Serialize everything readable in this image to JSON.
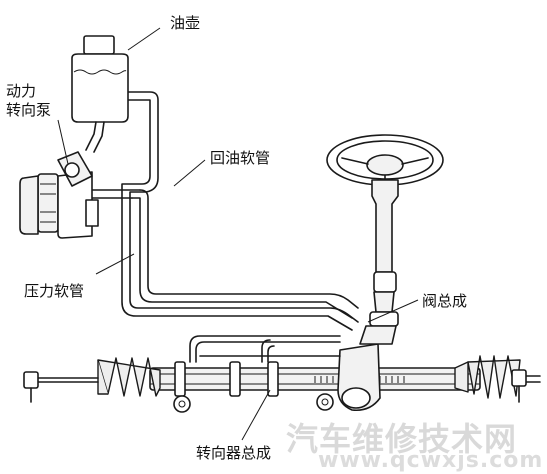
{
  "labels": {
    "reservoir": "油壶",
    "pump": "动力\n转向泵",
    "return_hose": "回油软管",
    "pressure_hose": "压力软管",
    "valve_assembly": "阀总成",
    "steering_gear_assembly": "转向器总成"
  },
  "watermark": {
    "title": "汽车维修技术网",
    "url": "www.qcwxjs.com",
    "color": "#d7d7d7"
  }
}
